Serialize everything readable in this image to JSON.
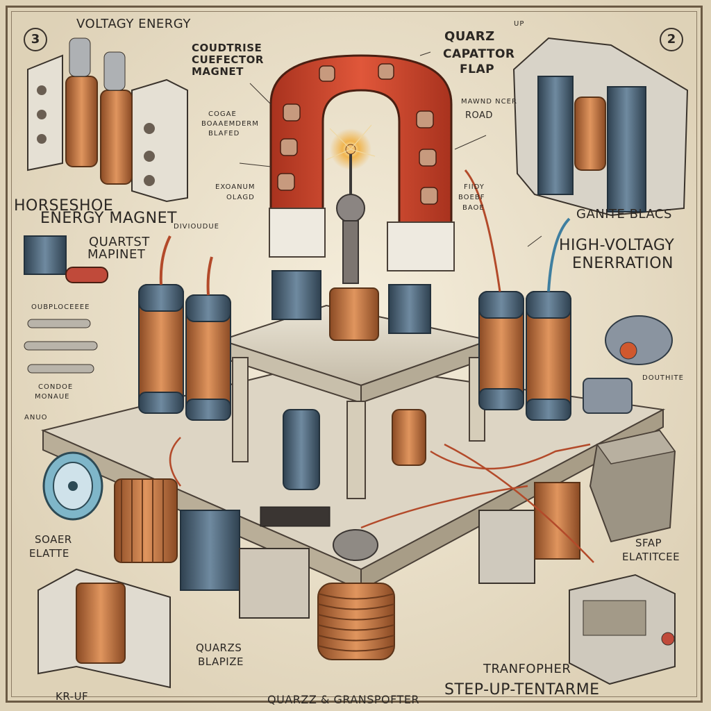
{
  "badges": {
    "left": "3",
    "right": "2"
  },
  "labels": {
    "voltage_energy": "VOLTAGY ENERGY",
    "conductive_magnet_l1": "COUDTRISE",
    "conductive_magnet_l2": "CUEFECTOR",
    "conductive_magnet_l3": "MAGNET",
    "quartz_capacitor_l1": "QUARZ",
    "quartz_capacitor_l2": "CAPATTOR",
    "quartz_capacitor_l3": "FLAP",
    "mid_note_l1": "COGAE",
    "mid_note_l2": "BOAAEMDERM",
    "mid_note_l3": "BLAFED",
    "right_note_l1": "MAWND NCER",
    "right_note_l2": "ROAD",
    "horseshoe_l1": "HORSESHOE",
    "horseshoe_l2": "ENERGY MAGNET",
    "quartz_magnet_l1": "QUARTST",
    "quartz_magnet_l2": "MAPINET",
    "center_note_l1": "EXOANUM",
    "center_note_l2": "OLAGD",
    "granite_blocks": "GANITE BLACS",
    "high_voltage_l1": "HIGH-VOLTAGY",
    "high_voltage_l2": "ENERRATION",
    "small_note_1": "FIIDY",
    "small_note_2": "BOEBF",
    "small_note_3": "BAOE",
    "divider_note": "DIVIOUDUE",
    "left_list_note_1": "OUBPLOCEEEE",
    "left_list_note_2": "CONDOE",
    "left_list_note_3": "MONAUE",
    "left_list_note_4": "ANUO",
    "right_small_note": "DOUTHITE",
    "solar_plate_l1": "SOAER",
    "solar_plate_l2": "ELATTE",
    "spare_plate_l1": "SFAP",
    "spare_plate_l2": "ELATITCEE",
    "quartz_plate_l1": "QUARZS",
    "quartz_plate_l2": "BLAPIZE",
    "transformer_l1": "TRANFOPHER",
    "transformer_l2": "STEP-UP-TENTARME",
    "bottom_title": "QUARZZ & GRANSPOFTER",
    "bottom_left_note": "KR-UF",
    "top_right_note": "UP"
  },
  "colors": {
    "paper": "#e9dfc9",
    "magnet_red": "#d2442a",
    "copper": "#c0703f",
    "steel": "#4d6477",
    "stone": "#d9d2c2",
    "ink": "#2b2723"
  }
}
